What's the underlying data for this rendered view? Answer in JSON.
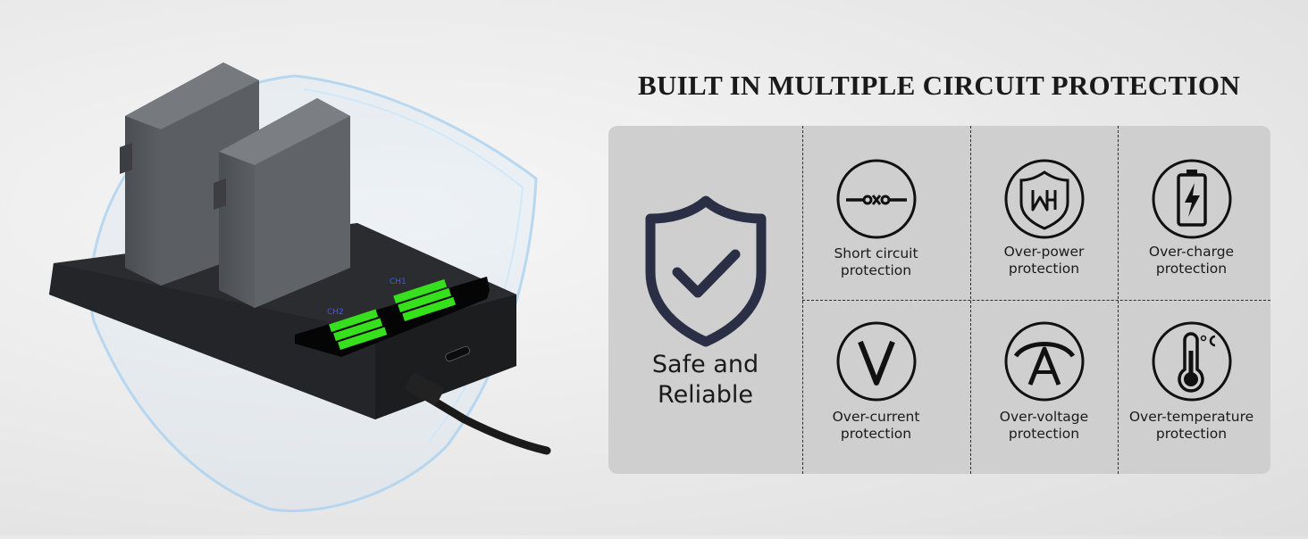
{
  "headline": "BUILT IN MULTIPLE CIRCUIT PROTECTION",
  "safe": {
    "line1": "Safe and",
    "line2": "Reliable",
    "icon": "shield-check-icon"
  },
  "features": [
    {
      "icon": "short-circuit-icon",
      "line1": "Short circuit",
      "line2": "protection"
    },
    {
      "icon": "over-power-icon",
      "line1": "Over-power",
      "line2": "protection"
    },
    {
      "icon": "battery-charge-icon",
      "line1": "Over-charge",
      "line2": "protection"
    },
    {
      "icon": "voltage-v-icon",
      "line1": "Over-current",
      "line2": "protection"
    },
    {
      "icon": "ampere-a-icon",
      "line1": "Over-voltage",
      "line2": "protection"
    },
    {
      "icon": "thermometer-icon",
      "line1": "Over-temperature",
      "line2": "protection"
    }
  ],
  "charger": {
    "ch1_label": "CH1",
    "ch2_label": "CH2"
  },
  "colors": {
    "dark": "#1a1a1a",
    "panel": "#cfcfcf",
    "led_green": "#36e01c",
    "led_blue": "#3a5cff"
  }
}
